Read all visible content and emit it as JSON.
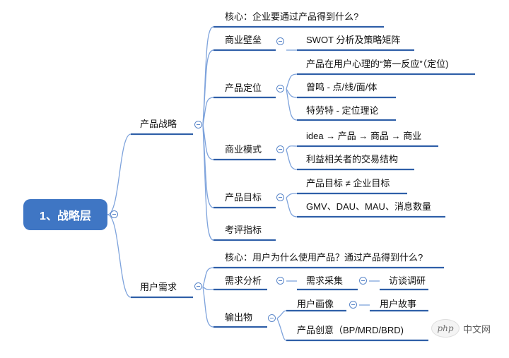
{
  "root": "1、战略层",
  "branches": {
    "strategy": "产品战略",
    "needs": "用户需求"
  },
  "strategy": {
    "core": "核心：企业要通过产品得到什么?",
    "barrier": "商业壁垒",
    "barrier_item": "SWOT 分析及策略矩阵",
    "positioning": "产品定位",
    "positioning_items": [
      "产品在用户心理的“第一反应”（定位)",
      "曾鸣 - 点/线/面/体",
      "特劳特 - 定位理论"
    ],
    "model": "商业模式",
    "model_items": [
      "idea → 产品 → 商品 → 商业",
      "利益相关者的交易结构"
    ],
    "goal": "产品目标",
    "goal_items": [
      "产品目标 ≠ 企业目标",
      "GMV、DAU、MAU、消息数量"
    ],
    "kpi": "考评指标"
  },
  "needs": {
    "core": "核心：用户为什么使用产品？通过产品得到什么?",
    "analysis": "需求分析",
    "collect": "需求采集",
    "interview": "访谈调研",
    "output": "输出物",
    "persona": "用户画像",
    "story": "用户故事",
    "creative": "产品创意（BP/MRD/BRD)"
  },
  "watermark": {
    "logo": "php",
    "text": "中文网"
  },
  "colors": {
    "root": "#3f76c4",
    "line": "#2f5fa8",
    "connector": "#7ea3dc"
  }
}
